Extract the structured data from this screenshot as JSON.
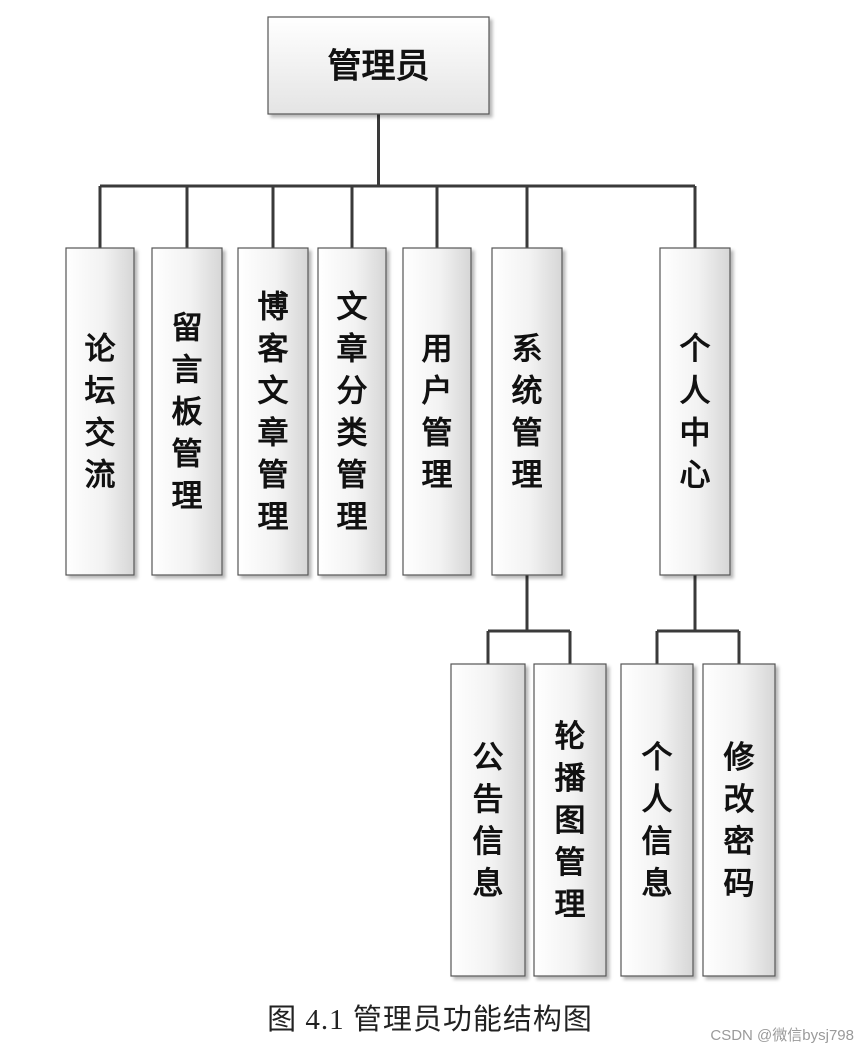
{
  "root": {
    "label": "管理员"
  },
  "modules": [
    {
      "id": "forum",
      "label": "论坛交流"
    },
    {
      "id": "guestbook",
      "label": "留言板管理"
    },
    {
      "id": "blog",
      "label": "博客文章管理"
    },
    {
      "id": "category",
      "label": "文章分类管理"
    },
    {
      "id": "user",
      "label": "用户管理"
    },
    {
      "id": "system",
      "label": "系统管理"
    },
    {
      "id": "profile",
      "label": "个人中心"
    }
  ],
  "submodules": [
    {
      "id": "notice",
      "parent": "system",
      "label": "公告信息"
    },
    {
      "id": "carousel",
      "parent": "system",
      "label": "轮播图管理"
    },
    {
      "id": "personal-info",
      "parent": "profile",
      "label": "个人信息"
    },
    {
      "id": "change-password",
      "parent": "profile",
      "label": "修改密码"
    }
  ],
  "caption": "图 4.1  管理员功能结构图",
  "watermark": "CSDN @微信bysj798",
  "colors": {
    "line": "#3a3a3a",
    "box_border": "#555555",
    "box_fill_light": "#ffffff",
    "box_fill_dark": "#d9d9d9",
    "text": "#111111"
  }
}
